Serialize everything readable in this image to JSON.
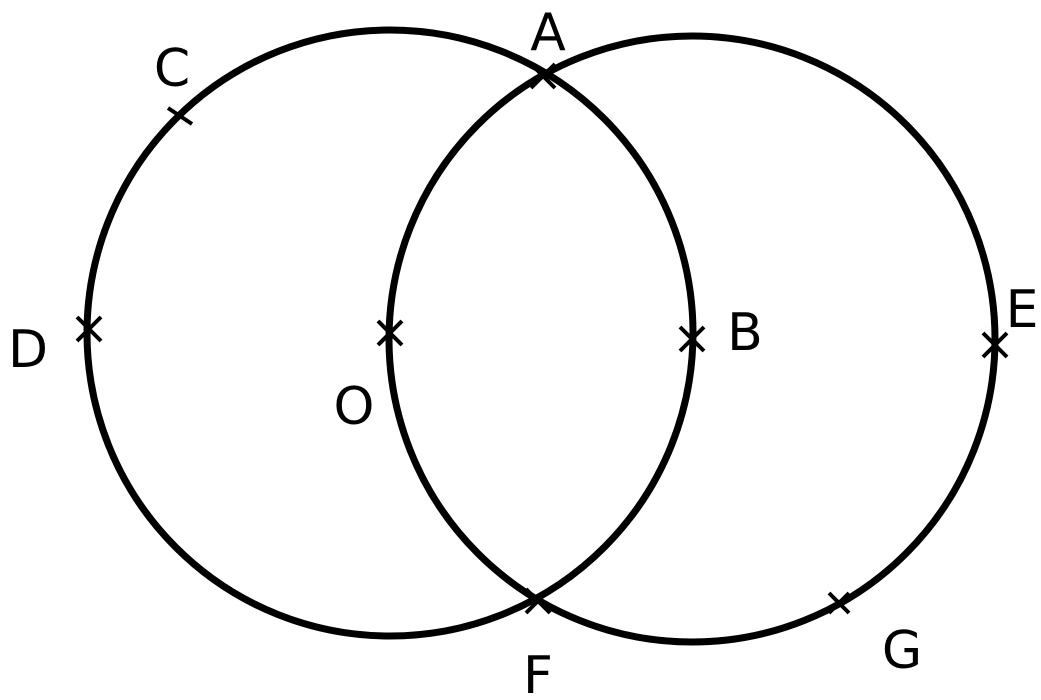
{
  "diagram": {
    "points": {
      "A": "A",
      "B": "B",
      "C": "C",
      "D": "D",
      "E": "E",
      "F": "F",
      "G": "G",
      "O": "O"
    },
    "colors": {
      "stroke": "#000000",
      "background": "#ffffff"
    }
  }
}
